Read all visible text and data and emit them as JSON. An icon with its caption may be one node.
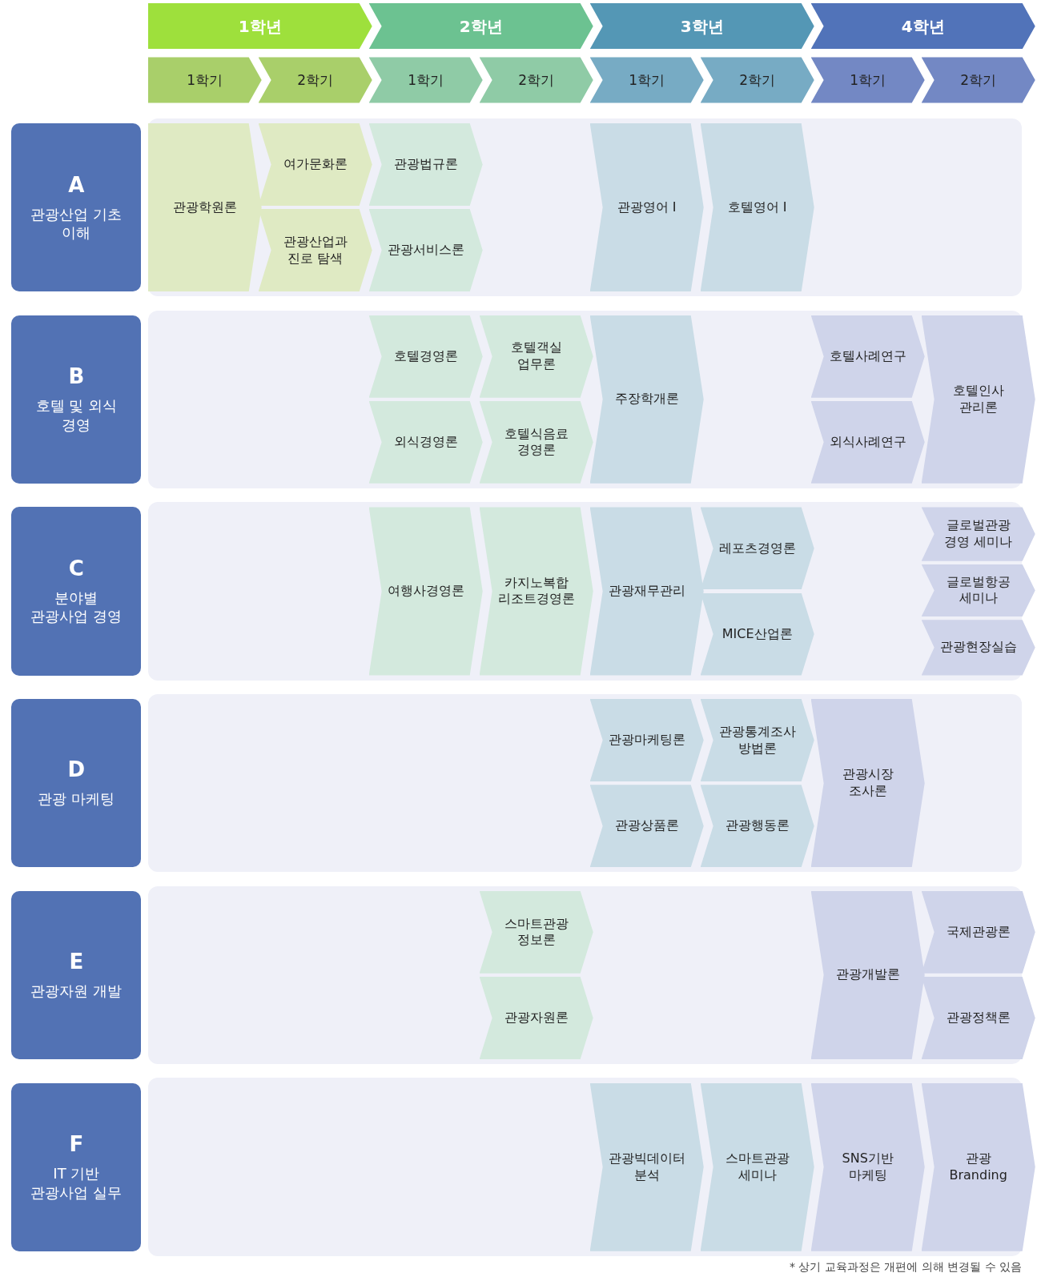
{
  "diagram": {
    "caption": "* 상기 교육과정은 개편에 의해 변경될 수 있음",
    "nodes": [
      {
        "text": [
          "1학년"
        ]
      },
      {
        "text": [
          "2학년"
        ]
      },
      {
        "text": [
          "3학년"
        ]
      },
      {
        "text": [
          "4학년"
        ]
      },
      {
        "text": [
          "1학기"
        ]
      },
      {
        "text": [
          "2학기"
        ]
      },
      {
        "text": [
          "1학기"
        ]
      },
      {
        "text": [
          "2학기"
        ]
      },
      {
        "text": [
          "1학기"
        ]
      },
      {
        "text": [
          "2학기"
        ]
      },
      {
        "text": [
          "1학기"
        ]
      },
      {
        "text": [
          "2학기"
        ]
      },
      {
        "text": [
          "A",
          "관광산업 기초 이해"
        ]
      },
      {
        "text": [
          "관광학원론"
        ]
      },
      {
        "text": [
          "여가문화론"
        ]
      },
      {
        "text": [
          "관광산업과 진로 탐색"
        ]
      },
      {
        "text": [
          "관광법규론"
        ]
      },
      {
        "text": [
          "관광서비스론"
        ]
      },
      {
        "text": [
          "관광영어 I"
        ]
      },
      {
        "text": [
          "호텔영어 I"
        ]
      },
      {
        "text": [
          "B",
          "호텔 및 외식 경영"
        ]
      },
      {
        "text": [
          "호텔경영론"
        ]
      },
      {
        "text": [
          "외식경영론"
        ]
      },
      {
        "text": [
          "호텔객실 업무론"
        ]
      },
      {
        "text": [
          "호텔식음료 경영론"
        ]
      },
      {
        "text": [
          "주장학개론"
        ]
      },
      {
        "text": [
          "호텔사례연구"
        ]
      },
      {
        "text": [
          "외식사례연구"
        ]
      },
      {
        "text": [
          "호텔인사 관리론"
        ]
      },
      {
        "text": [
          "C",
          "분야별 관광사업 경영"
        ]
      },
      {
        "text": [
          "여행사경영론"
        ]
      },
      {
        "text": [
          "카지노복합 리조트경영론"
        ]
      },
      {
        "text": [
          "관광재무관리"
        ]
      },
      {
        "text": [
          "레포츠경영론"
        ]
      },
      {
        "text": [
          "MICE산업론"
        ]
      },
      {
        "text": [
          "글로벌관광 경영 세미나"
        ]
      },
      {
        "text": [
          "글로벌항공 세미나"
        ]
      },
      {
        "text": [
          "관광현장실습"
        ]
      },
      {
        "text": [
          "D",
          "관광 마케팅"
        ]
      },
      {
        "text": [
          "관광마케팅론"
        ]
      },
      {
        "text": [
          "관광상품론"
        ]
      },
      {
        "text": [
          "관광통계조사 방법론"
        ]
      },
      {
        "text": [
          "관광행동론"
        ]
      },
      {
        "text": [
          "관광시장 조사론"
        ]
      },
      {
        "text": [
          "E",
          "관광자원 개발"
        ]
      },
      {
        "text": [
          "스마트관광 정보론"
        ]
      },
      {
        "text": [
          "관광자원론"
        ]
      },
      {
        "text": [
          "관광개발론"
        ]
      },
      {
        "text": [
          "국제관광론"
        ]
      },
      {
        "text": [
          "관광정책론"
        ]
      },
      {
        "text": [
          "F",
          "IT 기반 관광사업 실무"
        ]
      },
      {
        "text": [
          "관광빅데이터 분석"
        ]
      },
      {
        "text": [
          "스마트관광 세미나"
        ]
      },
      {
        "text": [
          "SNS기반 마케팅"
        ]
      },
      {
        "text": [
          "관광 Branding"
        ]
      }
    ]
  }
}
